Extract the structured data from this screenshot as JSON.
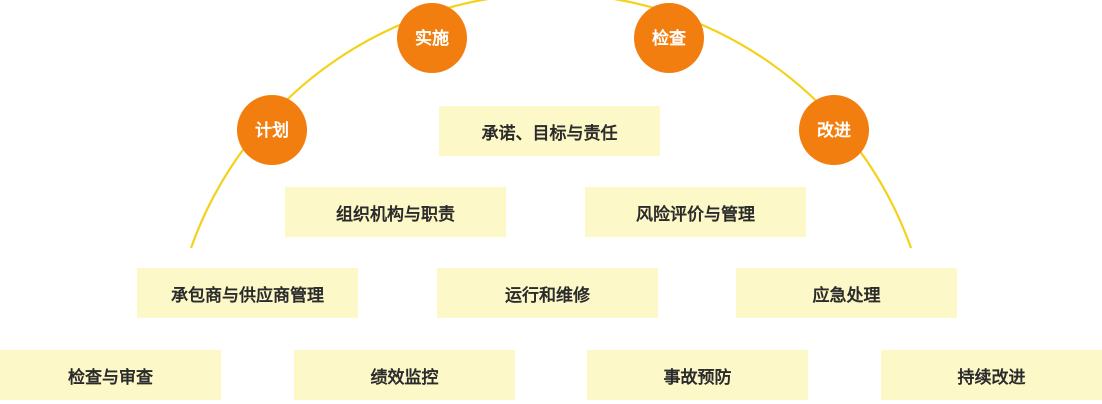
{
  "phases": [
    {
      "id": "plan",
      "label": "计划"
    },
    {
      "id": "do",
      "label": "实施"
    },
    {
      "id": "check",
      "label": "检查"
    },
    {
      "id": "act",
      "label": "改进"
    }
  ],
  "elements": [
    {
      "id": "commitment",
      "label": "承诺、目标与责任"
    },
    {
      "id": "organization",
      "label": "组织机构与职责"
    },
    {
      "id": "risk",
      "label": "风险评价与管理"
    },
    {
      "id": "contractor",
      "label": "承包商与供应商管理"
    },
    {
      "id": "operation",
      "label": "运行和维修"
    },
    {
      "id": "emergency",
      "label": "应急处理"
    },
    {
      "id": "inspection",
      "label": "检查与审查"
    },
    {
      "id": "performance",
      "label": "绩效监控"
    },
    {
      "id": "prevention",
      "label": "事故预防"
    },
    {
      "id": "improvement",
      "label": "持续改进"
    }
  ],
  "colors": {
    "arc": "#f3d21c",
    "phase_circle": "#f27e10",
    "box_fill": "#fdf8c8",
    "text": "#2b2b2b"
  }
}
